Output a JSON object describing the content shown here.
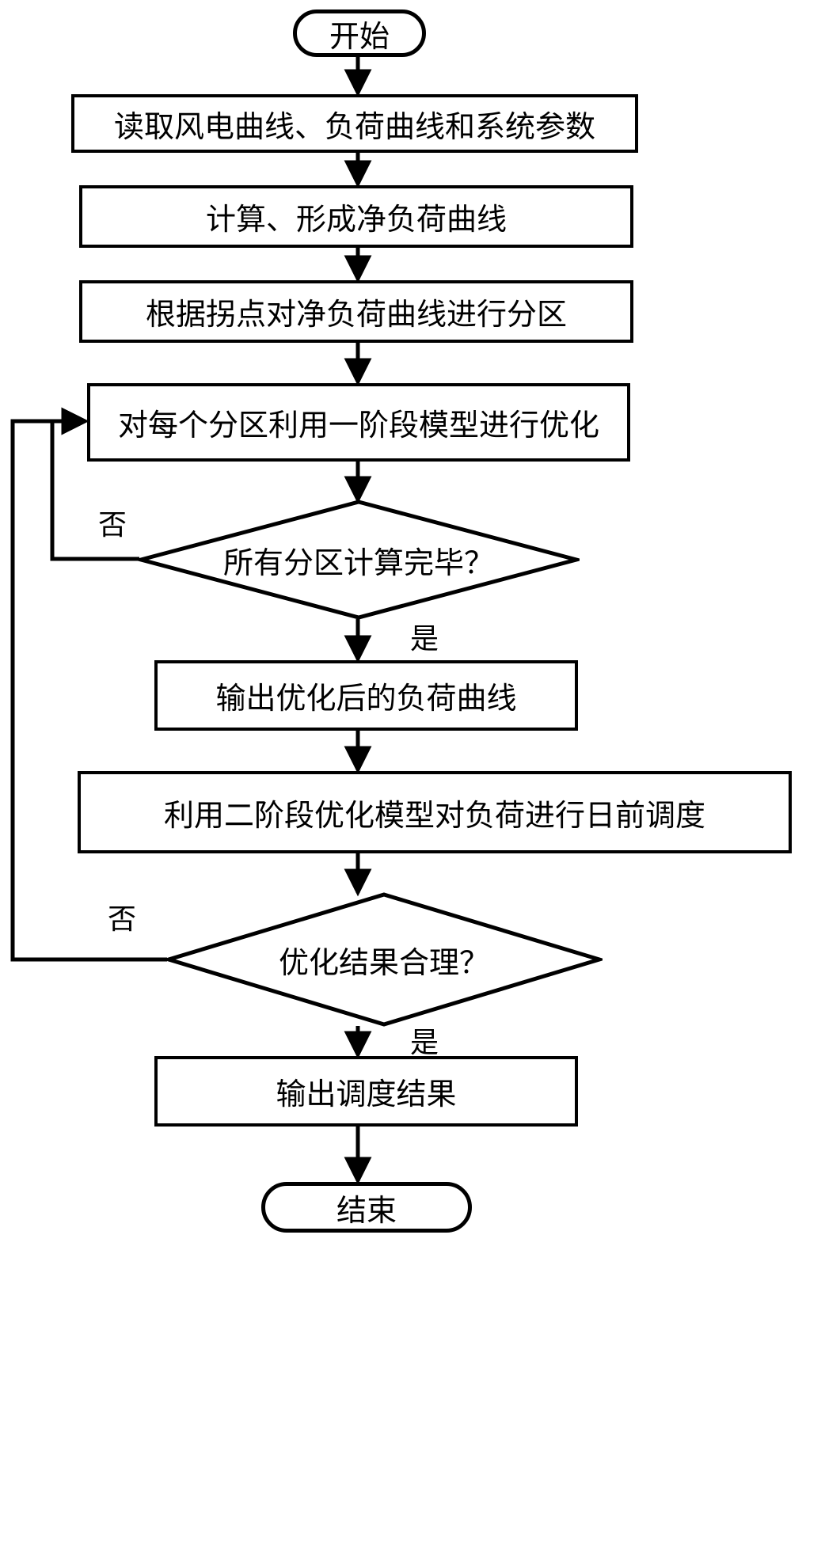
{
  "diagram": {
    "type": "flowchart",
    "language": "zh-CN",
    "orientation": "top-to-bottom",
    "colors": {
      "stroke": "#000000",
      "fill": "#ffffff",
      "text": "#000000"
    },
    "nodes": [
      {
        "id": "start",
        "shape": "terminator",
        "label": "开始"
      },
      {
        "id": "read",
        "shape": "process",
        "label": "读取风电曲线、负荷曲线和系统参数"
      },
      {
        "id": "netload",
        "shape": "process",
        "label": "计算、形成净负荷曲线"
      },
      {
        "id": "partition",
        "shape": "process",
        "label": "根据拐点对净负荷曲线进行分区"
      },
      {
        "id": "stage1",
        "shape": "process",
        "label": "对每个分区利用一阶段模型进行优化"
      },
      {
        "id": "decision1",
        "shape": "decision",
        "label": "所有分区计算完毕？"
      },
      {
        "id": "outcurve",
        "shape": "process",
        "label": "输出优化后的负荷曲线"
      },
      {
        "id": "stage2",
        "shape": "process",
        "label": "利用二阶段优化模型对负荷进行日前调度"
      },
      {
        "id": "decision2",
        "shape": "decision",
        "label": "优化结果合理？"
      },
      {
        "id": "outresult",
        "shape": "process",
        "label": "输出调度结果"
      },
      {
        "id": "end",
        "shape": "terminator",
        "label": "结束"
      }
    ],
    "edge_labels": {
      "decision1_no": "否",
      "decision1_yes": "是",
      "decision2_no": "否",
      "decision2_yes": "是"
    },
    "edges": [
      {
        "from": "start",
        "to": "read",
        "label": ""
      },
      {
        "from": "read",
        "to": "netload",
        "label": ""
      },
      {
        "from": "netload",
        "to": "partition",
        "label": ""
      },
      {
        "from": "partition",
        "to": "stage1",
        "label": ""
      },
      {
        "from": "stage1",
        "to": "decision1",
        "label": ""
      },
      {
        "from": "decision1",
        "to": "stage1",
        "label": "否"
      },
      {
        "from": "decision1",
        "to": "outcurve",
        "label": "是"
      },
      {
        "from": "outcurve",
        "to": "stage2",
        "label": ""
      },
      {
        "from": "stage2",
        "to": "decision2",
        "label": ""
      },
      {
        "from": "decision2",
        "to": "stage1",
        "label": "否"
      },
      {
        "from": "decision2",
        "to": "outresult",
        "label": "是"
      },
      {
        "from": "outresult",
        "to": "end",
        "label": ""
      }
    ]
  }
}
